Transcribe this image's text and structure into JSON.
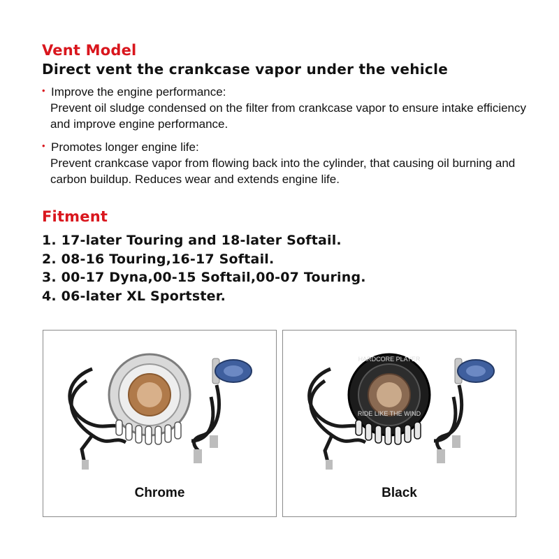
{
  "vent": {
    "title": "Vent Model",
    "subtitle": "Direct vent the crankcase vapor under the vehicle",
    "bullets": [
      {
        "head": "Improve the engine performance:",
        "body": "Prevent oil sludge condensed on the filter from crankcase vapor to ensure intake efficiency and improve engine performance."
      },
      {
        "head": "Promotes longer engine life:",
        "body": "Prevent crankcase vapor from flowing back into the cylinder, that causing oil burning and carbon buildup. Reduces wear and extends engine life."
      }
    ],
    "bullet_glyph": "•",
    "accent_color": "#d9161d"
  },
  "fitment": {
    "title": "Fitment",
    "items": [
      "1. 17-later Touring and 18-later Softail.",
      "2. 08-16 Touring,16-17 Softail.",
      "3. 00-17 Dyna,00-15 Softail,00-07 Touring.",
      "4. 06-later XL Sportster."
    ]
  },
  "products": [
    {
      "caption": "Chrome",
      "finish_color": "#d9d9d9",
      "icon": "chrome-air-cleaner-icon"
    },
    {
      "caption": "Black",
      "finish_color": "#1c1c1c",
      "icon": "black-air-cleaner-icon",
      "ring_text_top": "HARDCORE PLAYER",
      "ring_text_bottom": "RIDE LIKE THE WIND"
    }
  ]
}
